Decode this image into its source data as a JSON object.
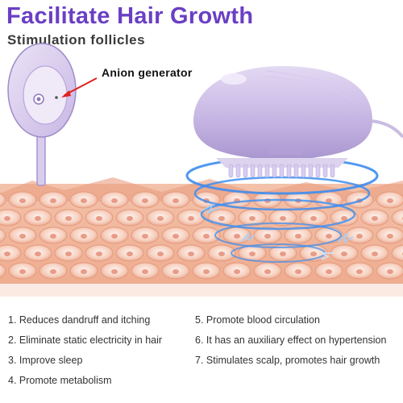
{
  "header": {
    "title": "Facilitate Hair Growth",
    "subtitle": "Stimulation follicles"
  },
  "callout": {
    "label": "Anion generator"
  },
  "features": [
    "1. Reduces dandruff and itching",
    "2. Eliminate static electricity in hair",
    "3. Improve sleep",
    "4. Promote metabolism",
    "5. Promote blood circulation",
    "6. It has an auxiliary effect on hypertension",
    "7. Stimulates scalp, promotes hair growth"
  ],
  "colors": {
    "title": "#6b3fc4",
    "device": "#c7b8e4",
    "skin": "#f0b39a",
    "field": "#3d8df0"
  }
}
